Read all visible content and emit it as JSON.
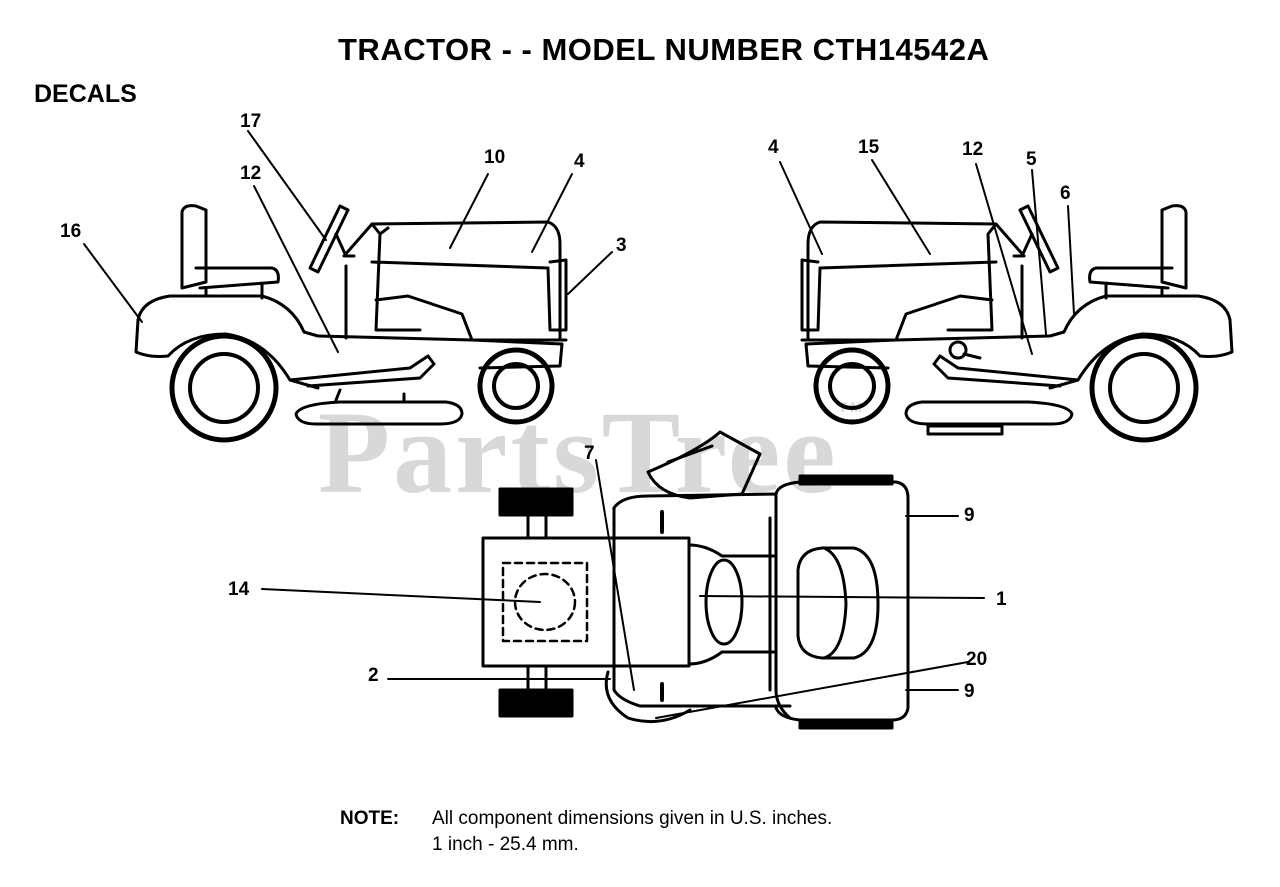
{
  "header": {
    "title": "TRACTOR - - MODEL NUMBER CTH14542A",
    "section": "DECALS"
  },
  "watermark": {
    "text": "PartsTree",
    "mark": "TM"
  },
  "callouts": {
    "left_view": [
      "17",
      "12",
      "10",
      "4",
      "16",
      "3"
    ],
    "right_view": [
      "4",
      "15",
      "12",
      "5",
      "6"
    ],
    "top_view": [
      "7",
      "9",
      "14",
      "1",
      "20",
      "2",
      "9"
    ]
  },
  "note": {
    "label": "NOTE:",
    "line1": "All component dimensions given in U.S. inches.",
    "line2": "1 inch - 25.4 mm."
  },
  "colors": {
    "ink": "#000000",
    "watermark": "#d8d8d8",
    "background": "#ffffff"
  }
}
